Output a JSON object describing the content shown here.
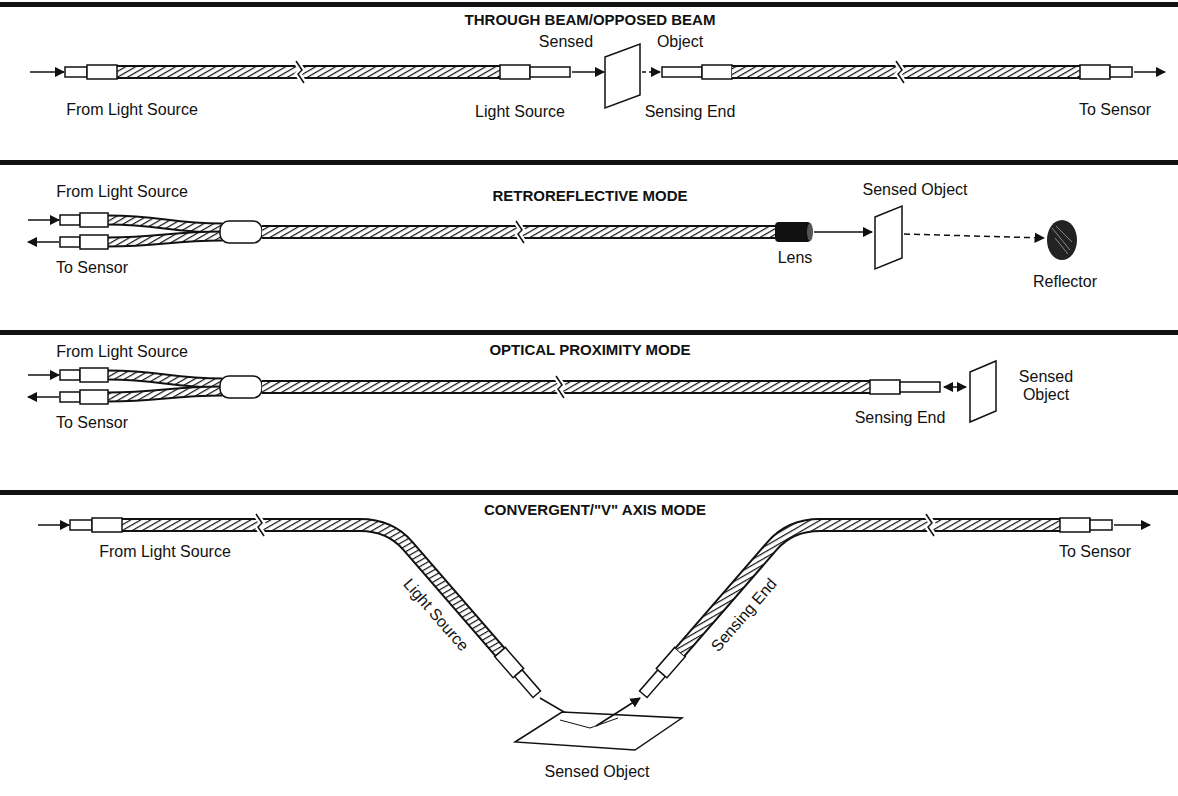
{
  "diagram": {
    "labels": [
      "THROUGH BEAM/OPPOSED BEAM",
      "Sensed",
      "Object",
      "From Light Source",
      "Light Source",
      "Sensing End",
      "To Sensor",
      "From Light Source",
      "RETROREFLECTIVE MODE",
      "Sensed Object",
      "To Sensor",
      "Lens",
      "Reflector",
      "OPTICAL PROXIMITY MODE",
      "From Light Source",
      "To Sensor",
      "Sensing End",
      "Sensed Object",
      "CONVERGENT/\"V\" AXIS MODE",
      "From Light Source",
      "To Sensor",
      "Light Source",
      "Sensing End",
      "Sensed Object"
    ]
  }
}
